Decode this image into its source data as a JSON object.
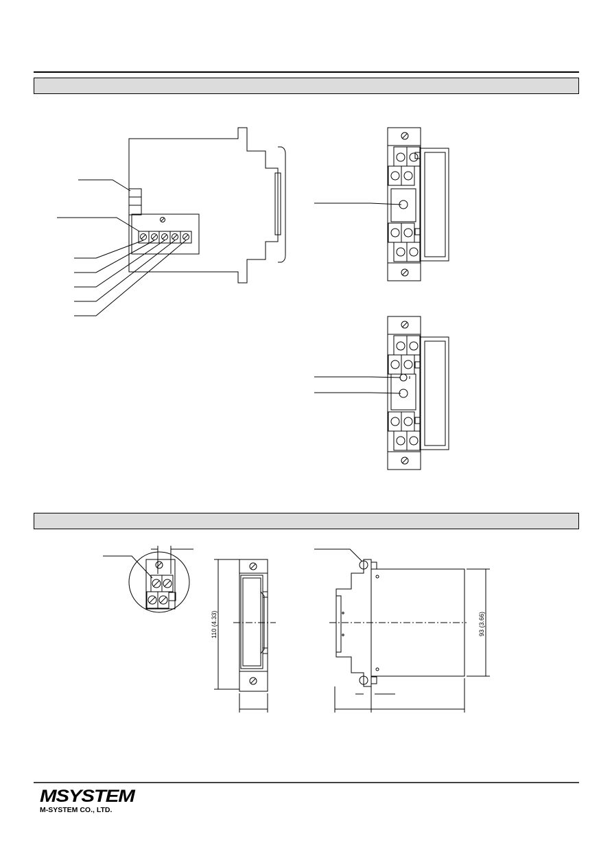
{
  "dimensions": {
    "height_main": "110 (4.33)",
    "height_side": "93 (3.66)"
  },
  "footer": {
    "brand_logo": "MSYSTEM",
    "company_name": "M-SYSTEM CO., LTD."
  }
}
